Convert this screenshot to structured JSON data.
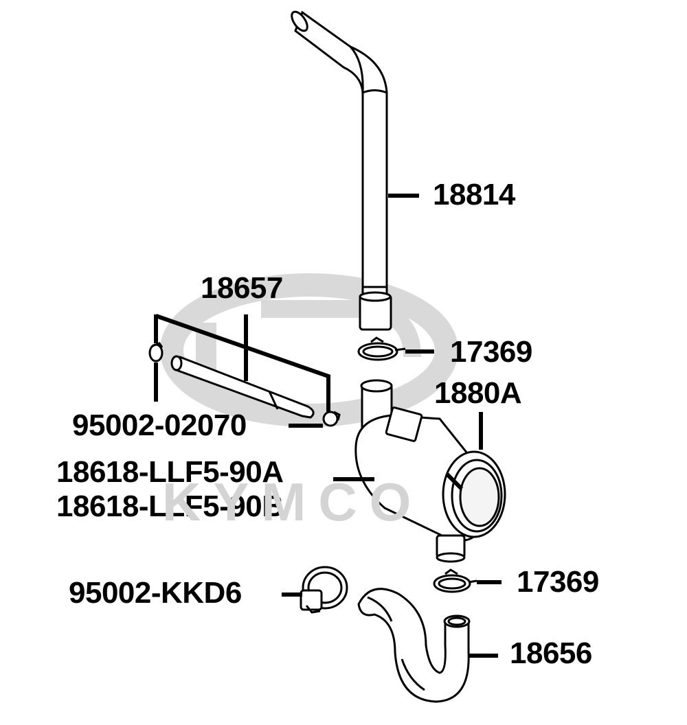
{
  "watermark": {
    "brand_text": "KYMCO",
    "color": "#d4d4d4"
  },
  "colors": {
    "line": "#000000",
    "fill": "#ffffff",
    "shade": "#e6e6e6"
  },
  "parts": [
    {
      "id": "p18814",
      "number": "18814"
    },
    {
      "id": "p18657",
      "number": "18657"
    },
    {
      "id": "p17369a",
      "number": "17369"
    },
    {
      "id": "p1880A",
      "number": "1880A"
    },
    {
      "id": "p95002a",
      "number": "95002-02070"
    },
    {
      "id": "p18618a",
      "number": "18618-LLF5-90A"
    },
    {
      "id": "p18618b",
      "number": "18618-LLF5-90B"
    },
    {
      "id": "p95002b",
      "number": "95002-KKD6"
    },
    {
      "id": "p17369b",
      "number": "17369"
    },
    {
      "id": "p18656",
      "number": "18656"
    }
  ]
}
